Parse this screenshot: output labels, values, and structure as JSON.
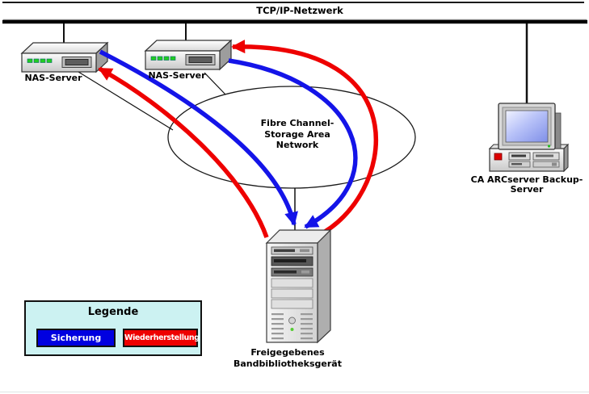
{
  "diagram": {
    "network_label": "TCP/IP-Netzwerk",
    "nas_server_1": {
      "label": "NAS-Server"
    },
    "nas_server_2": {
      "label": "NAS-Server"
    },
    "backup_server": {
      "label_lines": [
        "CA ARCserver Backup-",
        "Server"
      ]
    },
    "san_cloud": {
      "label_lines": [
        "Fibre Channel-",
        "Storage Area",
        "Network"
      ]
    },
    "tape_library": {
      "label_lines": [
        "Freigegebenes",
        "Bandbibliotheksgerät"
      ]
    },
    "legend": {
      "title": "Legende",
      "items": [
        {
          "label": "Sicherung",
          "color": "#0000e0"
        },
        {
          "label": "Wiederherstellung",
          "color": "#ee0000"
        }
      ]
    },
    "colors": {
      "backup_flow": "#1414e8",
      "restore_flow": "#ee0000",
      "legend_background": "#ccf2f2",
      "connector": "#000000"
    }
  }
}
